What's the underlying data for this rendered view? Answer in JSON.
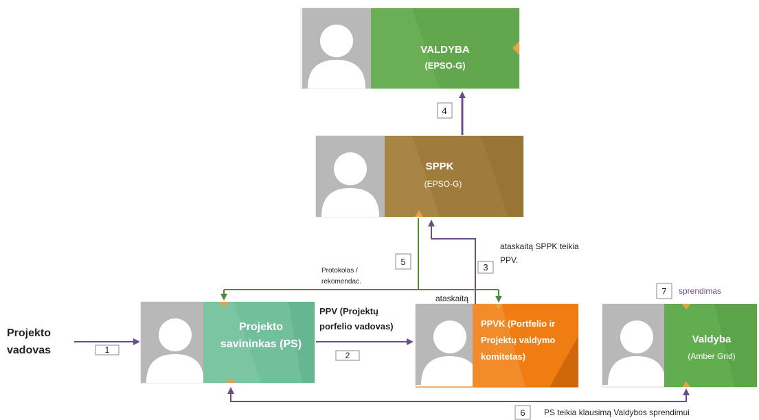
{
  "nodes": {
    "valdyba_epso": {
      "title": "VALDYBA",
      "subtitle": "(EPSO-G)",
      "color": "#6aaf55"
    },
    "sppk": {
      "title": "SPPK",
      "subtitle": "(EPSO-G)",
      "color": "#a07c3c"
    },
    "ps": {
      "title_line1": "Projekto",
      "title_line2": "savininkas (PS)",
      "color": "#72bf9b"
    },
    "ppvk": {
      "title_line1": "PPVK (Portfelio ir",
      "title_line2": "Projektų valdymo",
      "title_line3": "komitetas)",
      "color": "#ef7d12"
    },
    "valdyba_ag": {
      "title": "Valdyba",
      "subtitle": "(Amber Grid)",
      "color": "#63ad51"
    }
  },
  "labels": {
    "projekto_vadovas_1": "Projekto",
    "projekto_vadovas_2": "vadovas",
    "ppv_1": "PPV (Projektų",
    "ppv_2": "porfelio vadovas)",
    "protokolas_1": "Protokolas /",
    "protokolas_2": "rekomendac.",
    "ataskaita": "ataskaitą",
    "ataskaita_sppk_1": "ataskaitą SPPK teikia",
    "ataskaita_sppk_2": "PPV.",
    "sprendimas": "sprendimas",
    "ps_teikia": "PS teikia klausimą Valdybos sprendimui"
  },
  "steps": {
    "s1": "1",
    "s2": "2",
    "s3": "3",
    "s4": "4",
    "s5": "5",
    "s6": "6",
    "s7": "7"
  },
  "colors": {
    "purple": "#6b4c8a",
    "green": "#4f8a3a",
    "avatar_bg": "#b8b8b8",
    "avatar_fg": "#ffffff"
  }
}
